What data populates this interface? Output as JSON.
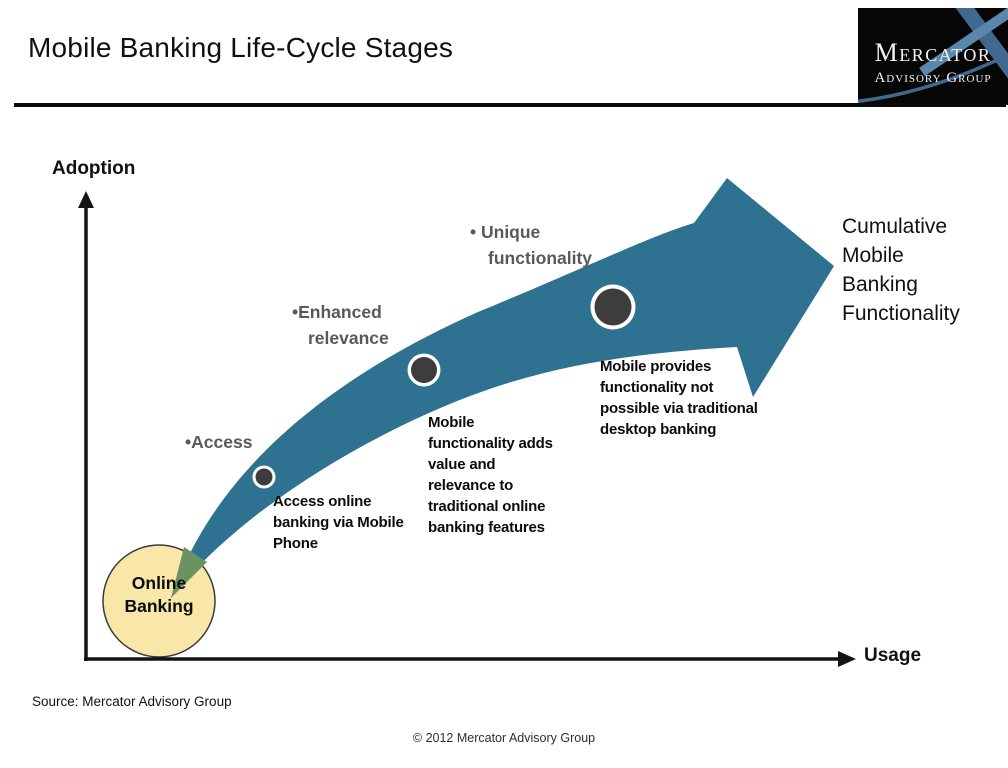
{
  "header": {
    "title": "Mobile Banking Life-Cycle Stages",
    "logo": {
      "line1": "Mercator",
      "line2": "Advisory Group"
    }
  },
  "axes": {
    "y_label": "Adoption",
    "x_label": "Usage"
  },
  "start_node": {
    "label_lines": [
      "Online",
      "Banking"
    ]
  },
  "stages": [
    {
      "label_lines": [
        "•Access"
      ],
      "desc_lines": [
        "Access online",
        "banking via Mobile",
        "Phone"
      ]
    },
    {
      "label_lines": [
        "•Enhanced",
        "relevance"
      ],
      "desc_lines": [
        "Mobile",
        "functionality adds",
        "value and",
        "relevance to",
        "traditional online",
        "banking features"
      ]
    },
    {
      "label_lines": [
        "• Unique",
        "functionality"
      ],
      "desc_lines": [
        "Mobile provides",
        "functionality not",
        "possible via traditional",
        "desktop banking"
      ]
    }
  ],
  "outcome": {
    "label_lines": [
      "Cumulative",
      "Mobile",
      "Banking",
      "Functionality"
    ]
  },
  "footer": {
    "source": "Source: Mercator Advisory Group",
    "copyright": "© 2012 Mercator Advisory Group"
  },
  "colors": {
    "arrow_teal": "#2e7191",
    "dot_dark": "#3d3d3d",
    "dot_ring": "#ffffff",
    "circle_fill": "#f8e7a8",
    "circle_stroke": "#3a3a3a",
    "overlap_green": "#6b9361",
    "axis_black": "#141414",
    "label_gray": "#595959",
    "logo_blue_dark": "#41688e",
    "logo_blue_light": "#5b87ac"
  }
}
